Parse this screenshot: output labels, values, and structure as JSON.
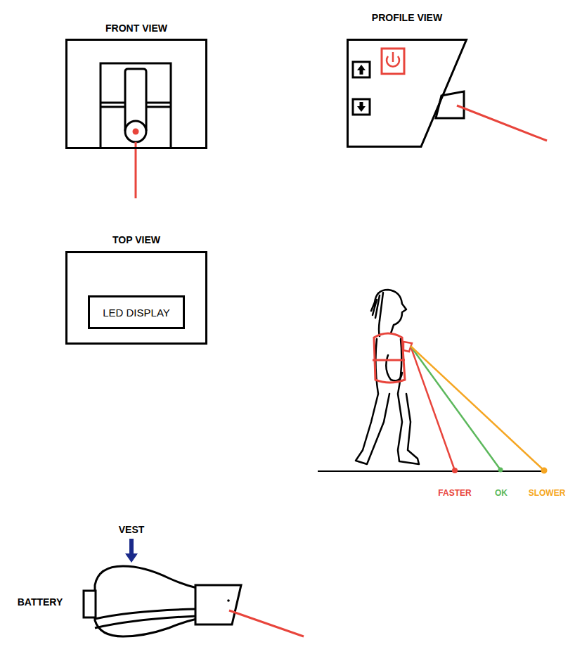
{
  "diagram": {
    "nodes": [
      {
        "text": [
          "FRONT VIEW"
        ]
      },
      {
        "text": [
          "PROFILE VIEW"
        ]
      },
      {
        "text": [
          "TOP VIEW"
        ]
      },
      {
        "text": [
          "LED DISPLAY"
        ],
        "in": 2
      }
    ],
    "edges": [],
    "labels": [
      "FASTER",
      "OK",
      "SLOWER",
      "VEST",
      "BATTERY"
    ]
  }
}
